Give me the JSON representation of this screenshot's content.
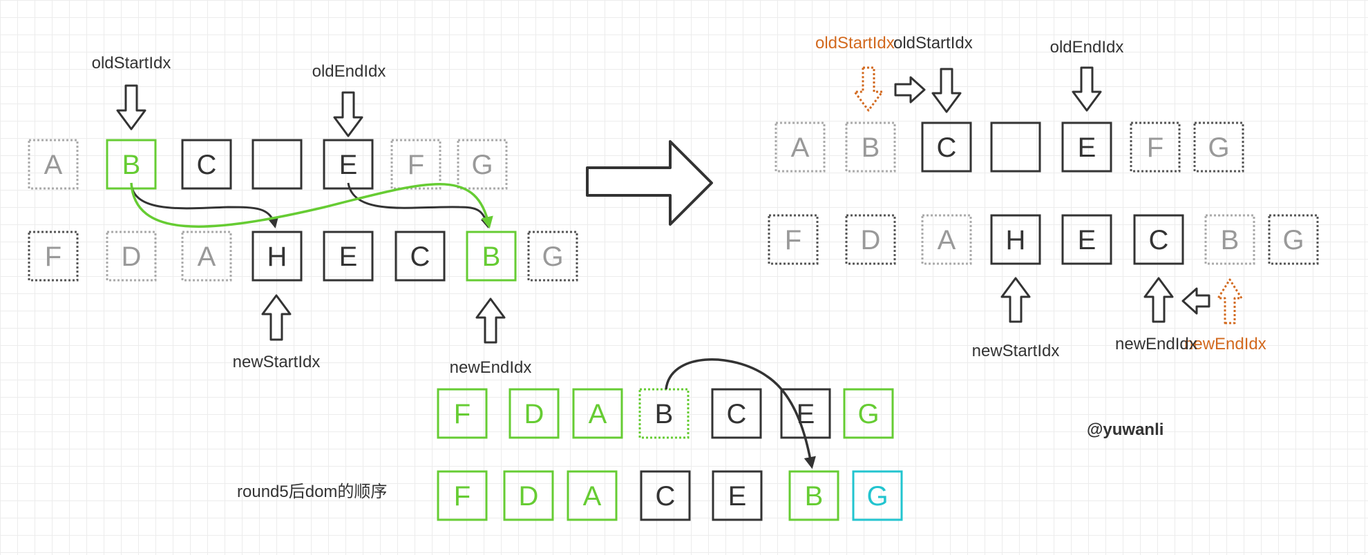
{
  "colors": {
    "dark": "#333333",
    "faded": "#999999",
    "green": "#66cc33",
    "teal": "#22c4cf",
    "orange": "#d2691e"
  },
  "nodes": [
    {
      "id": "l-old-a",
      "text": "A",
      "style": "faded"
    },
    {
      "id": "l-old-b",
      "text": "B",
      "style": "green"
    },
    {
      "id": "l-old-c",
      "text": "C",
      "style": "solid"
    },
    {
      "id": "l-old-empty",
      "text": "",
      "style": "solid"
    },
    {
      "id": "l-old-e",
      "text": "E",
      "style": "solid"
    },
    {
      "id": "l-old-f",
      "text": "F",
      "style": "faded"
    },
    {
      "id": "l-old-g",
      "text": "G",
      "style": "faded"
    },
    {
      "id": "l-new-f",
      "text": "F",
      "style": "faded-dark"
    },
    {
      "id": "l-new-d",
      "text": "D",
      "style": "faded"
    },
    {
      "id": "l-new-a",
      "text": "A",
      "style": "faded"
    },
    {
      "id": "l-new-h",
      "text": "H",
      "style": "solid"
    },
    {
      "id": "l-new-e",
      "text": "E",
      "style": "solid"
    },
    {
      "id": "l-new-c",
      "text": "C",
      "style": "solid"
    },
    {
      "id": "l-new-b",
      "text": "B",
      "style": "green"
    },
    {
      "id": "l-new-g",
      "text": "G",
      "style": "faded-dark"
    },
    {
      "id": "r-old-a",
      "text": "A",
      "style": "faded"
    },
    {
      "id": "r-old-b",
      "text": "B",
      "style": "faded"
    },
    {
      "id": "r-old-c",
      "text": "C",
      "style": "solid"
    },
    {
      "id": "r-old-empty",
      "text": "",
      "style": "solid"
    },
    {
      "id": "r-old-e",
      "text": "E",
      "style": "solid"
    },
    {
      "id": "r-old-f",
      "text": "F",
      "style": "faded-dark"
    },
    {
      "id": "r-old-g",
      "text": "G",
      "style": "faded-dark"
    },
    {
      "id": "r-new-f",
      "text": "F",
      "style": "faded-dark"
    },
    {
      "id": "r-new-d",
      "text": "D",
      "style": "faded-dark"
    },
    {
      "id": "r-new-a",
      "text": "A",
      "style": "faded"
    },
    {
      "id": "r-new-h",
      "text": "H",
      "style": "solid"
    },
    {
      "id": "r-new-e",
      "text": "E",
      "style": "solid"
    },
    {
      "id": "r-new-c",
      "text": "C",
      "style": "solid"
    },
    {
      "id": "r-new-b",
      "text": "B",
      "style": "faded"
    },
    {
      "id": "r-new-g",
      "text": "G",
      "style": "faded-dark"
    },
    {
      "id": "dom1-f",
      "text": "F",
      "style": "green"
    },
    {
      "id": "dom1-d",
      "text": "D",
      "style": "green"
    },
    {
      "id": "dom1-a",
      "text": "A",
      "style": "green"
    },
    {
      "id": "dom1-b",
      "text": "B",
      "style": "green-dotted"
    },
    {
      "id": "dom1-c",
      "text": "C",
      "style": "solid"
    },
    {
      "id": "dom1-e",
      "text": "E",
      "style": "solid"
    },
    {
      "id": "dom1-g",
      "text": "G",
      "style": "green"
    },
    {
      "id": "dom2-f",
      "text": "F",
      "style": "green"
    },
    {
      "id": "dom2-d",
      "text": "D",
      "style": "green"
    },
    {
      "id": "dom2-a",
      "text": "A",
      "style": "green"
    },
    {
      "id": "dom2-c",
      "text": "C",
      "style": "solid"
    },
    {
      "id": "dom2-e",
      "text": "E",
      "style": "solid"
    },
    {
      "id": "dom2-b",
      "text": "B",
      "style": "green"
    },
    {
      "id": "dom2-g",
      "text": "G",
      "style": "teal"
    }
  ],
  "labels": {
    "left_old_start": "oldStartIdx",
    "left_old_end": "oldEndIdx",
    "left_new_start": "newStartIdx",
    "left_new_end": "newEndIdx",
    "right_old_start_prev": "oldStartIdx",
    "right_old_start": "oldStartIdx",
    "right_old_end": "oldEndIdx",
    "right_new_start": "newStartIdx",
    "right_new_end": "newEndIdx",
    "right_new_end_prev": "newEndIdx",
    "dom_order": "round5后dom的顺序",
    "watermark": "@yuwanli"
  }
}
